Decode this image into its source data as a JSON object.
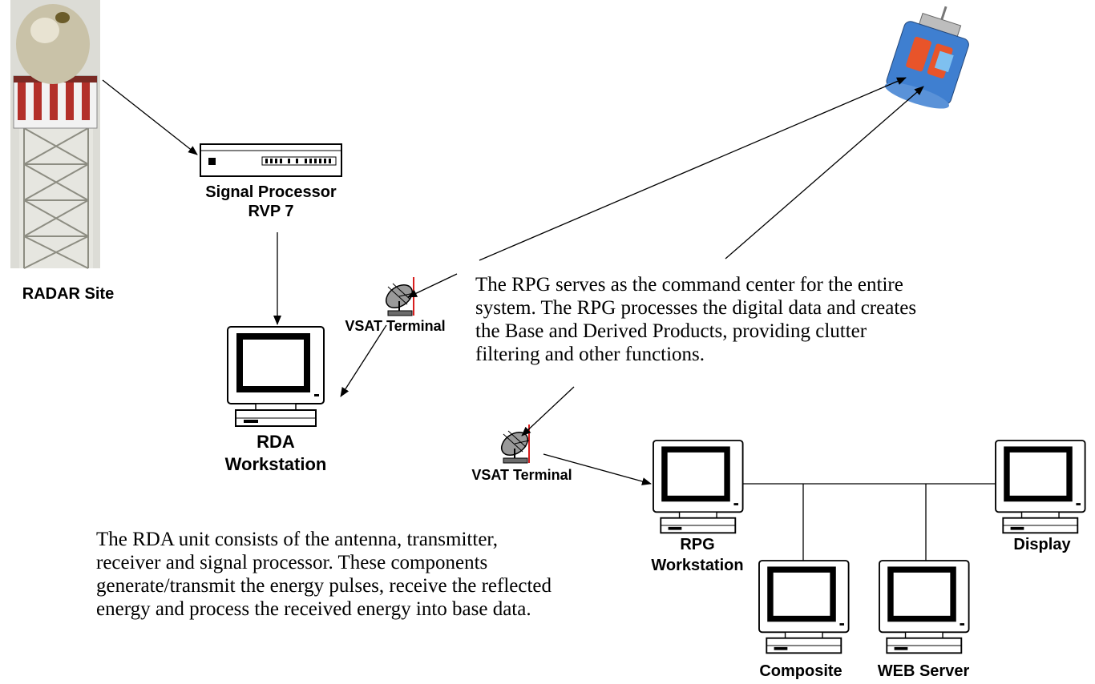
{
  "labels": {
    "radar_site": "RADAR Site",
    "signal_processor_line1": "Signal Processor",
    "signal_processor_line2": "RVP 7",
    "vsat_terminal_1": "VSAT Terminal",
    "vsat_terminal_2": "VSAT Terminal",
    "rda_line1": "RDA",
    "rda_line2": "Workstation",
    "rpg_line1": "RPG",
    "rpg_line2": "Workstation",
    "composite": "Composite",
    "web_server": "WEB Server",
    "display": "Display"
  },
  "paragraphs": {
    "rpg_line1": "The RPG serves as the command center for the entire",
    "rpg_line2": "system. The RPG processes the digital data and creates",
    "rpg_line3": "the Base and Derived Products, providing clutter",
    "rpg_line4": "filtering and other functions.",
    "rda_line1": "The RDA unit consists of the antenna, transmitter,",
    "rda_line2": "receiver and signal processor. These components",
    "rda_line3": "generate/transmit the energy pulses, receive the reflected",
    "rda_line4": "energy and process the received energy into base data."
  },
  "colors": {
    "line": "#000000",
    "satellite_body": "#3f7fd0",
    "satellite_panel": "#e8542a",
    "vsat_feed": "#d81e1e",
    "radome": "#c9c2a8",
    "tower": "#8d8d82"
  },
  "icons": [
    "radar-tower-icon",
    "signal-processor-icon",
    "vsat-dish-icon",
    "satellite-icon",
    "workstation-icon"
  ]
}
